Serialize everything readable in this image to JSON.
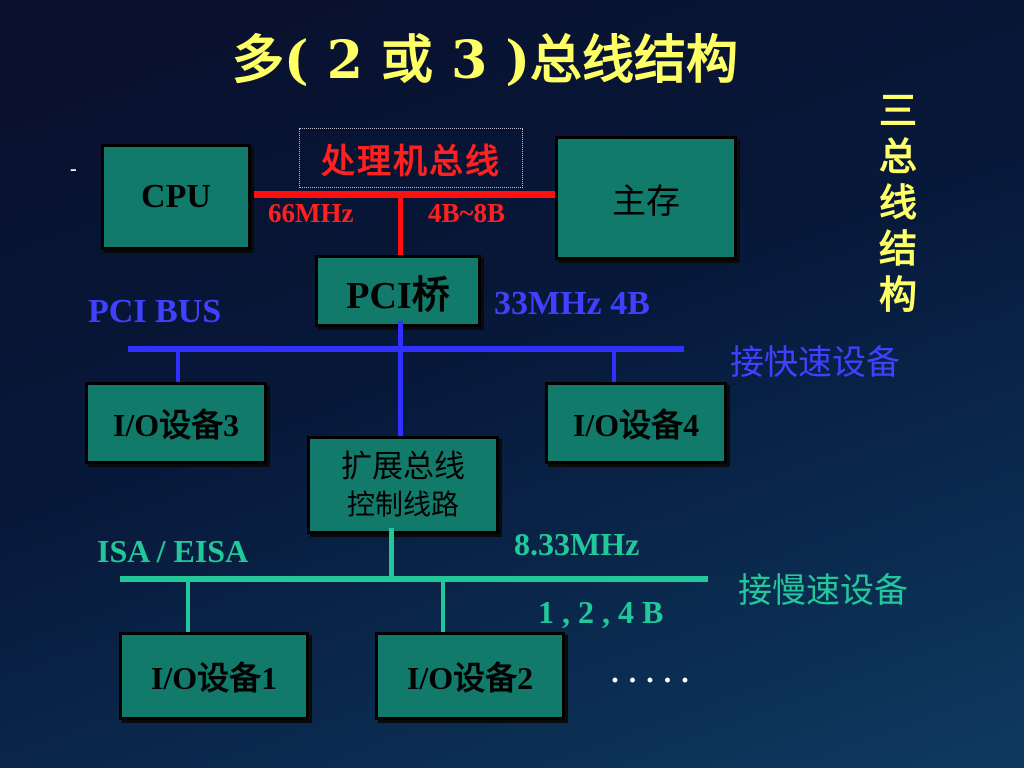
{
  "title": "多( 2 或 3 )总线结构",
  "side_caption": [
    "三",
    "总",
    "线",
    "结",
    "构"
  ],
  "dash_mark": "-",
  "processor_bus": {
    "label": "处理机总线",
    "freq": "66MHz",
    "width": "4B~8B"
  },
  "boxes": {
    "cpu": "CPU",
    "memory": "主存",
    "pci_bridge": "PCI桥",
    "io3": "I/O设备3",
    "io4": "I/O设备4",
    "ext_ctrl_line1": "扩展总线",
    "ext_ctrl_line2": "控制线路",
    "io1": "I/O设备1",
    "io2": "I/O设备2"
  },
  "pci_bus": {
    "label": "PCI  BUS",
    "spec": "33MHz   4B",
    "note": "接快速设备"
  },
  "isa_bus": {
    "label": "ISA / EISA",
    "freq": "8.33MHz",
    "width": "1 , 2 , 4 B",
    "note": "接慢速设备",
    "more": "· · · · ·"
  },
  "colors": {
    "title": "#ffff66",
    "processor_bus": "#ff1010",
    "pci_bus": "#3030ff",
    "isa_bus": "#22c79a",
    "box_fill": "#117a6a"
  }
}
